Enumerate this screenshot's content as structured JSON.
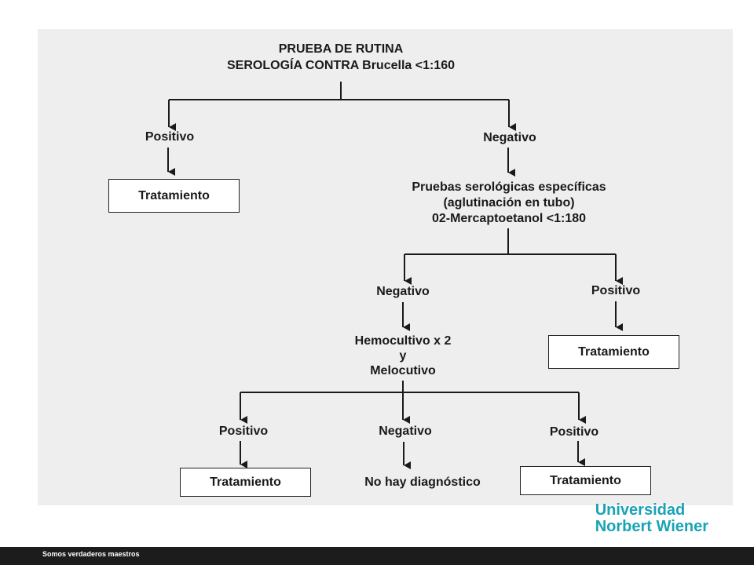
{
  "diagram": {
    "root": {
      "line1": "PRUEBA DE RUTINA",
      "line2": "SEROLOGÍA CONTRA Brucella <1:160"
    },
    "level1": {
      "positive_label": "Positivo",
      "negative_label": "Negativo",
      "positive_result": "Tratamiento"
    },
    "specific_tests": {
      "line1": "Pruebas serológicas específicas",
      "line2": "(aglutinación en tubo)",
      "line3": "02-Mercaptoetanol <1:180"
    },
    "level2": {
      "negative_label": "Negativo",
      "positive_label": "Positivo",
      "positive_result": "Tratamiento"
    },
    "cultures": {
      "line1": "Hemocultivo x 2",
      "line2": "y",
      "line3": "Melocutivo"
    },
    "level3": {
      "left_label": "Positivo",
      "left_result": "Tratamiento",
      "middle_label": "Negativo",
      "middle_result": "No hay diagnóstico",
      "right_label": "Positivo",
      "right_result": "Tratamiento"
    }
  },
  "branding": {
    "line1": "Universidad",
    "line2": "Norbert Wiener",
    "color": "#1aa3b5"
  },
  "footer": {
    "text": "Somos verdaderos maestros"
  }
}
